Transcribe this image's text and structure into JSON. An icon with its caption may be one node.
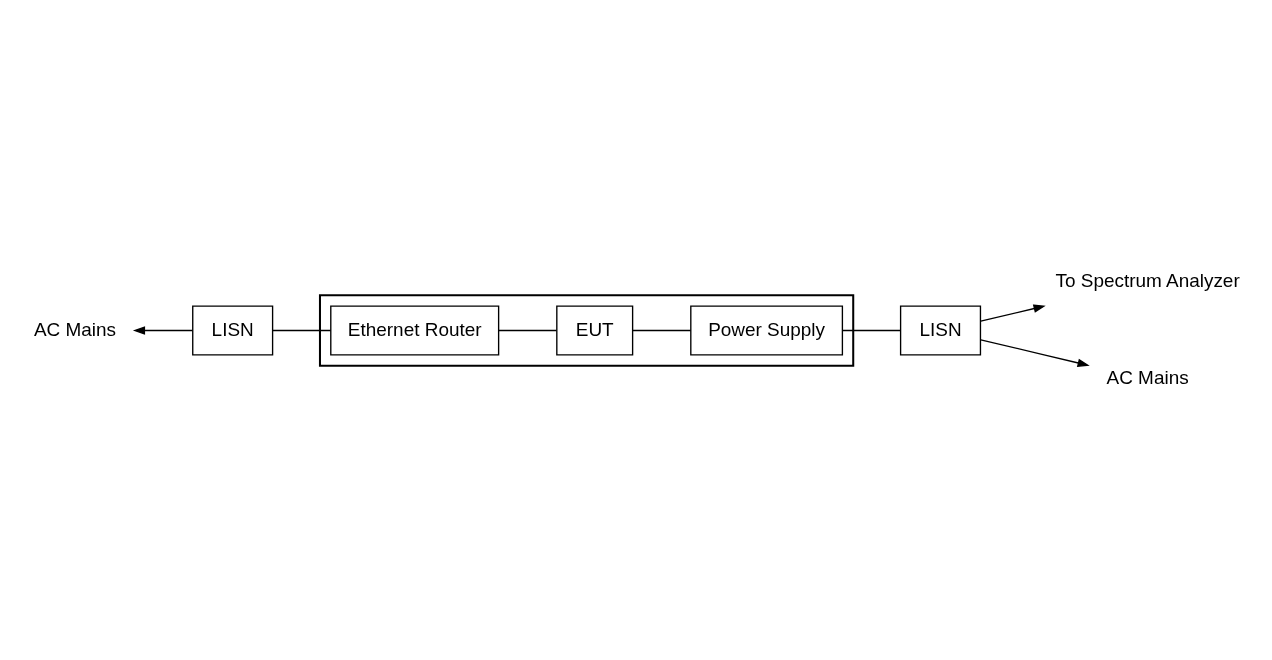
{
  "diagram": {
    "nodes": [
      {
        "text": [
          "AC Mains"
        ]
      },
      {
        "text": [
          "LISN"
        ]
      },
      {
        "text": [
          "To Spectrum Analyzer"
        ]
      },
      {
        "text": [
          "AC Mains"
        ]
      },
      {
        "text": [
          "LISN"
        ]
      },
      {
        "text": [],
        "shape": "box"
      },
      {
        "text": [
          "Ethernet Router"
        ],
        "in": 5
      },
      {
        "text": [
          "EUT"
        ],
        "in": 5
      },
      {
        "text": [
          "Power Supply"
        ],
        "in": 5
      }
    ],
    "edges": [
      {
        "from": 1,
        "to": 0,
        "arrow": "to"
      },
      {
        "from": 6,
        "to": 1,
        "arrow": "none"
      },
      {
        "from": 6,
        "to": 7,
        "arrow": "none"
      },
      {
        "from": 7,
        "to": 8,
        "arrow": "none"
      },
      {
        "from": 8,
        "to": 4,
        "arrow": "none"
      },
      {
        "from": 4,
        "to": 3,
        "arrow": "to"
      },
      {
        "from": 4,
        "to": 2,
        "arrow": "to"
      }
    ]
  }
}
